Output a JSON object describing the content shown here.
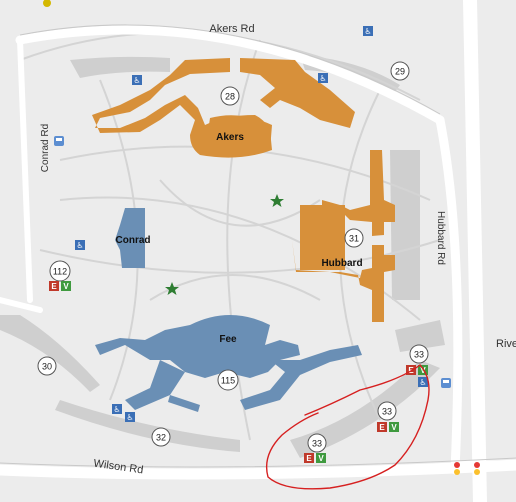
{
  "map": {
    "roads": {
      "akers_rd": "Akers Rd",
      "conrad_rd": "Conrad Rd",
      "hubbard_rd": "Hubbard Rd",
      "wilson_rd": "Wilson Rd",
      "river_partial": "Rive"
    },
    "buildings": {
      "akers": "Akers",
      "hubbard": "Hubbard",
      "conrad": "Conrad",
      "fee": "Fee"
    },
    "parking_lots": [
      {
        "number": "28"
      },
      {
        "number": "29"
      },
      {
        "number": "31"
      },
      {
        "number": "112"
      },
      {
        "number": "30"
      },
      {
        "number": "115"
      },
      {
        "number": "32"
      },
      {
        "number": "33"
      },
      {
        "number": "33"
      },
      {
        "number": "33"
      }
    ],
    "badges": {
      "e": "E",
      "v": "V"
    },
    "colors": {
      "background": "#ececec",
      "road": "#ffffff",
      "path": "#d6d6d6",
      "building_orange": "#d7903a",
      "building_blue": "#6a8fb5",
      "parking_area": "#c8c8c8",
      "star": "#2e7d32",
      "annotation": "#d62020",
      "badge_red": "#c0392b",
      "badge_green": "#3f9a3f",
      "accessible_blue": "#3b6fb6"
    },
    "icons": [
      "accessible-icon",
      "bus-icon",
      "star-icon",
      "traffic-light-icon"
    ]
  }
}
